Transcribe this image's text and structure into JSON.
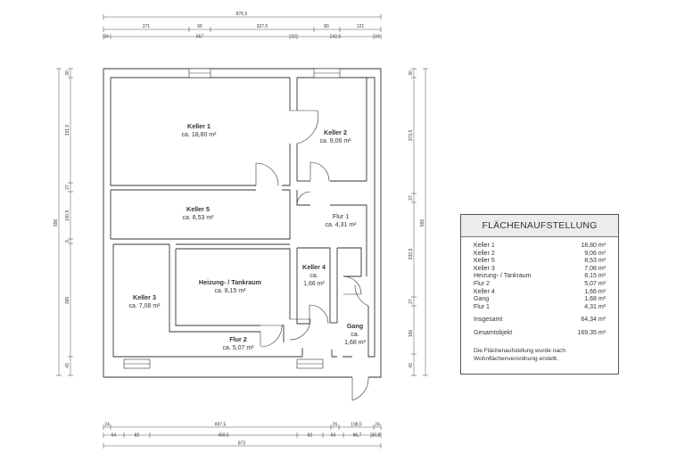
{
  "dimensions": {
    "top": {
      "total": "876,5",
      "row1": [
        "271",
        "66",
        "327,5",
        "80",
        "121"
      ],
      "row2": [
        "24",
        "567",
        "22",
        "242,5",
        "24"
      ]
    },
    "bottom": {
      "row1": [
        "24",
        "697,5",
        "26",
        "108,5",
        "24"
      ],
      "row2": [
        "64",
        "82",
        "459,5",
        "82",
        "63",
        "86,7",
        "30,8"
      ],
      "total": "873"
    },
    "left": {
      "total": "556",
      "segments": [
        "30",
        "331,5",
        "27",
        "130,5",
        "9",
        "395",
        "43"
      ]
    },
    "right": {
      "total": "556",
      "segments": [
        "30",
        "373,5",
        "27",
        "332,5",
        "27",
        "150",
        "43"
      ]
    }
  },
  "rooms": [
    {
      "id": "keller-1",
      "name": "Keller 1",
      "area": "ca. 18,80 m²"
    },
    {
      "id": "keller-2",
      "name": "Keller 2",
      "area": "ca. 9,06 m²"
    },
    {
      "id": "keller-5",
      "name": "Keller 5",
      "area": "ca. 8,53 m²"
    },
    {
      "id": "flur-1",
      "name": "Flur 1",
      "area": "ca. 4,31 m²"
    },
    {
      "id": "keller-4",
      "name": "Keller 4",
      "area": "ca.",
      "area2": "1,66 m²"
    },
    {
      "id": "heizung",
      "name": "Heizung- / Tankraum",
      "area": "ca. 8,15 m²"
    },
    {
      "id": "keller-3",
      "name": "Keller 3",
      "area": "ca. 7,08 m²"
    },
    {
      "id": "flur-2",
      "name": "Flur 2",
      "area": "ca. 5,07 m²"
    },
    {
      "id": "gang",
      "name": "Gang",
      "area": "ca.",
      "area2": "1,68 m²"
    }
  ],
  "summary": {
    "title": "FLÄCHENAUFSTELLUNG",
    "rows": [
      {
        "label": "Keller 1",
        "value": "18,80 m²"
      },
      {
        "label": "Keller 2",
        "value": "9,06 m²"
      },
      {
        "label": "Keller 5",
        "value": "8,53 m²"
      },
      {
        "label": "Keller 3",
        "value": "7,08 m²"
      },
      {
        "label": "Heizung- / Tankraum",
        "value": "8,15 m²"
      },
      {
        "label": "Flur 2",
        "value": "5,07 m²"
      },
      {
        "label": "Keller 4",
        "value": "1,66 m²"
      },
      {
        "label": "Gang",
        "value": "1,68 m²"
      },
      {
        "label": "Flur 1",
        "value": "4,31 m²"
      }
    ],
    "total_label": "Insgesamt",
    "total_value": "64,34 m²",
    "object_label": "Gesamtobjekt",
    "object_value": "169,35 m²",
    "note_line1": "Die Flächenaufstellung wurde nach",
    "note_line2": "Wohnflächenverordnung erstellt."
  }
}
